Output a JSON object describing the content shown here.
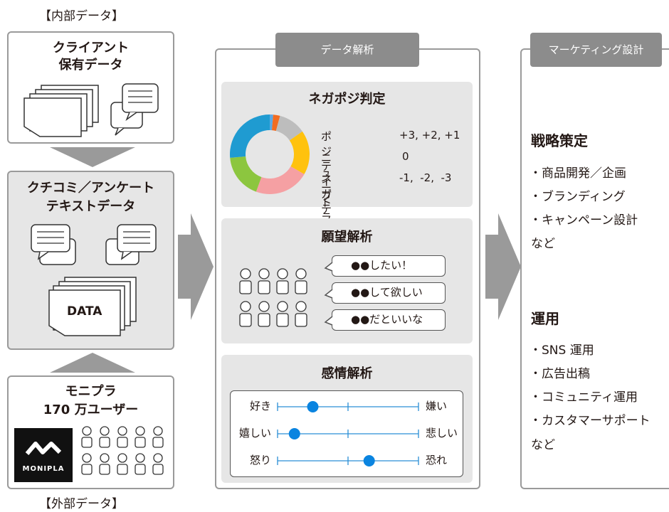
{
  "internal_label": "【内部データ】",
  "external_label": "【外部データ】",
  "client_box": {
    "line1": "クライアント",
    "line2": "保有データ"
  },
  "kuchikomi_box": {
    "line1": "クチコミ／アンケート",
    "line2": "テキストデータ",
    "data_label": "DATA"
  },
  "monipla_box": {
    "line1": "モニプラ",
    "line2": "170 万ユーザー",
    "logo_text": "MONIPLA"
  },
  "analysis": {
    "tab": "データ解析",
    "negaposi": {
      "title": "ネガポジ判定",
      "rows": [
        {
          "label": "ポジティブ",
          "value": "+3, +2, +1"
        },
        {
          "label": "ニュートラル",
          "value": "0"
        },
        {
          "label": "ネガティブ",
          "value": "-1,  -2,  -3"
        }
      ],
      "donut_colors": [
        "#5aa9e6",
        "#f26c22",
        "#bdbdbd",
        "#ffc20e",
        "#f5a0a3",
        "#8cc63f",
        "#1f9bd1"
      ]
    },
    "wish": {
      "title": "願望解析",
      "bubbles": [
        "●●したい！",
        "●●して欲しい",
        "●●だといいな"
      ]
    },
    "emotion": {
      "title": "感情解析",
      "rows": [
        {
          "left": "好き",
          "right": "嫌い",
          "level": 0.25
        },
        {
          "left": "嬉しい",
          "right": "悲しい",
          "level": 0.12
        },
        {
          "left": "怒り",
          "right": "恐れ",
          "level": 0.65
        }
      ]
    }
  },
  "marketing": {
    "tab": "マーケティング設計",
    "strategy": {
      "title": "戦略策定",
      "items": [
        "・商品開発／企画",
        "・ブランディング",
        "・キャンペーン設計"
      ],
      "etc": "など"
    },
    "operation": {
      "title": "運用",
      "items": [
        "・SNS 運用",
        "・広告出稿",
        "・コミュニティ運用",
        "・カスタマーサポート"
      ],
      "etc": "など"
    }
  }
}
